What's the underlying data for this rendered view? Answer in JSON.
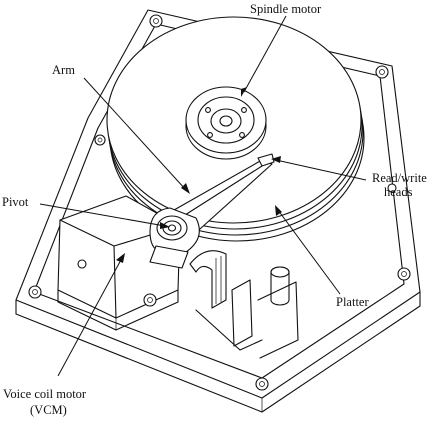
{
  "figure": {
    "labels": {
      "spindle_motor": "Spindle motor",
      "arm": "Arm",
      "read_write_heads_line1": "Read/write",
      "read_write_heads_line2": "heads",
      "pivot": "Pivot",
      "platter": "Platter",
      "vcm_line1": "Voice coil motor",
      "vcm_line2": "(VCM)"
    },
    "colors": {
      "ink": "#111111",
      "background": "#ffffff"
    }
  }
}
